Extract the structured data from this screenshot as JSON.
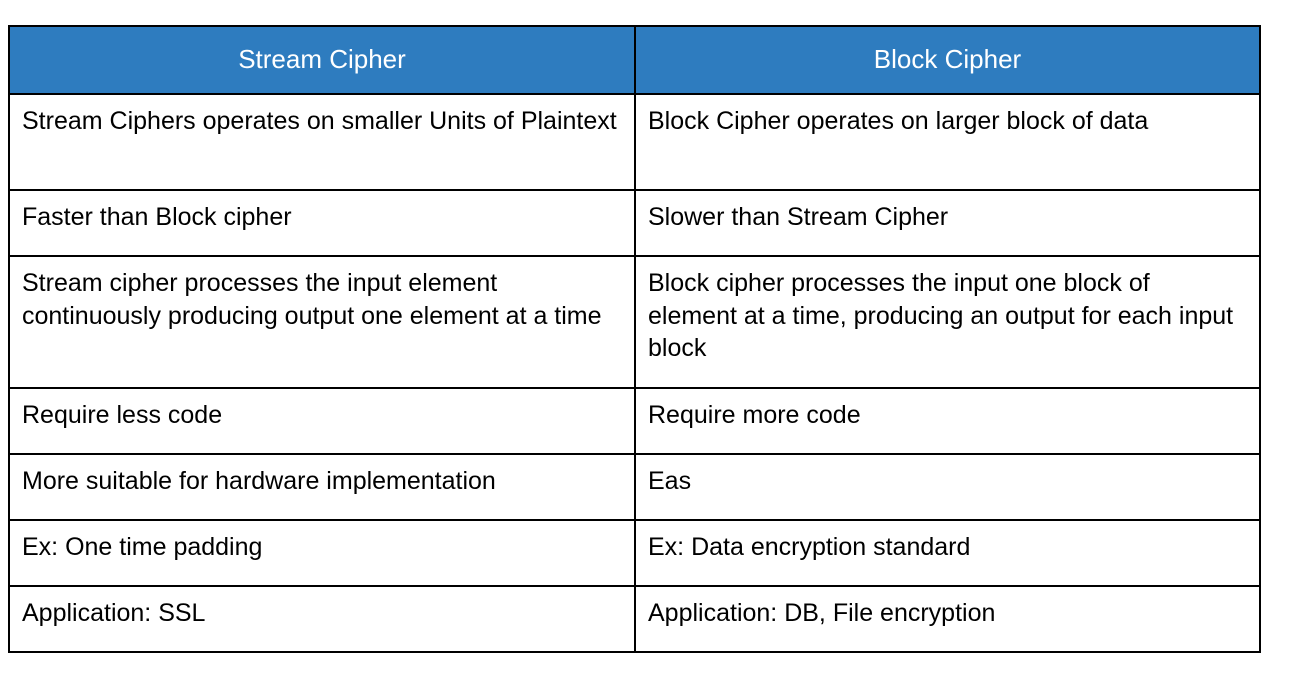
{
  "table": {
    "name": "stream-cipher-vs-block-cipher-comparison",
    "headers": [
      {
        "label": "Stream Cipher"
      },
      {
        "label": "Block Cipher"
      }
    ],
    "header_background": "#2E7CBF",
    "header_text_color": "#FFFFFF",
    "border_color": "#000000",
    "body_text_color": "#000000",
    "rows": [
      {
        "left": "Stream Ciphers operates on smaller Units of Plaintext",
        "right": "Block Cipher operates on larger block of data"
      },
      {
        "left": "Faster than Block cipher",
        "right": "Slower than Stream Cipher"
      },
      {
        "left": "Stream cipher processes the input element continuously producing output one element at a time",
        "right": "Block cipher processes the input one block of element at a time, producing an output for each input block"
      },
      {
        "left": "Require less code",
        "right": "Require more code"
      },
      {
        "left": "More suitable for hardware implementation",
        "right": "Eas"
      },
      {
        "left": "Ex: One time padding",
        "right": "Ex: Data encryption standard"
      },
      {
        "left": "Application: SSL",
        "right": "Application: DB, File encryption"
      }
    ]
  }
}
